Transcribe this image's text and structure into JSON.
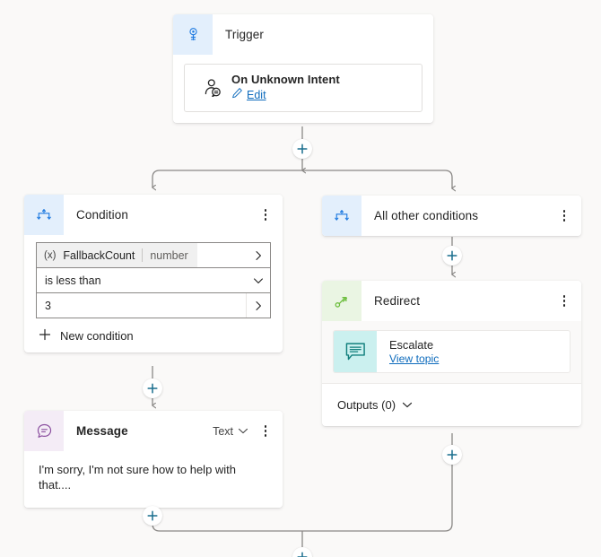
{
  "canvas": {
    "background": "#faf9f8",
    "accent": "#0f6cbd",
    "connector_color": "#8a8886"
  },
  "nodes": {
    "trigger": {
      "title": "Trigger",
      "icon": "trigger-icon",
      "icon_tint": "#e3effc",
      "item": {
        "title": "On Unknown Intent",
        "icon": "person-intent-icon",
        "link_label": "Edit",
        "link_icon": "pencil-icon"
      }
    },
    "condition": {
      "title": "Condition",
      "icon": "condition-branch-icon",
      "icon_tint": "#e3effc",
      "rows": [
        {
          "kind": "variable",
          "prefix": "(x)",
          "name": "FallbackCount",
          "type": "number",
          "chevron": "chevron-right-icon"
        },
        {
          "kind": "operator",
          "value": "is less than",
          "chevron": "chevron-down-icon"
        },
        {
          "kind": "value",
          "value": "3",
          "chevron": "chevron-right-icon"
        }
      ],
      "add_label": "New condition",
      "add_icon": "plus-icon",
      "menu_icon": "kebab-menu-icon"
    },
    "all_other_conditions": {
      "title": "All other conditions",
      "icon": "condition-branch-icon",
      "icon_tint": "#e3effc",
      "menu_icon": "kebab-menu-icon"
    },
    "redirect": {
      "title": "Redirect",
      "icon": "redirect-arrow-icon",
      "icon_tint": "#eaf5e3",
      "menu_icon": "kebab-menu-icon",
      "topic": {
        "title": "Escalate",
        "link_label": "View topic",
        "icon": "message-lines-icon",
        "icon_tint": "#cbf0ef"
      },
      "outputs_label": "Outputs (0)",
      "outputs_chevron": "chevron-down-icon"
    },
    "message": {
      "title": "Message",
      "icon": "message-bubble-icon",
      "icon_tint": "#f4ecf6",
      "type_label": "Text",
      "type_chevron": "chevron-down-icon",
      "menu_icon": "kebab-menu-icon",
      "text": "I'm sorry, I'm not sure how to help with that...."
    }
  },
  "add_buttons": [
    {
      "name": "add-node-after-trigger",
      "icon": "plus-icon"
    },
    {
      "name": "add-node-after-all-other-conditions",
      "icon": "plus-icon"
    },
    {
      "name": "add-node-after-condition",
      "icon": "plus-icon"
    },
    {
      "name": "add-node-after-redirect",
      "icon": "plus-icon"
    },
    {
      "name": "add-node-after-message",
      "icon": "plus-icon"
    },
    {
      "name": "add-node-after-merge",
      "icon": "plus-icon"
    }
  ]
}
